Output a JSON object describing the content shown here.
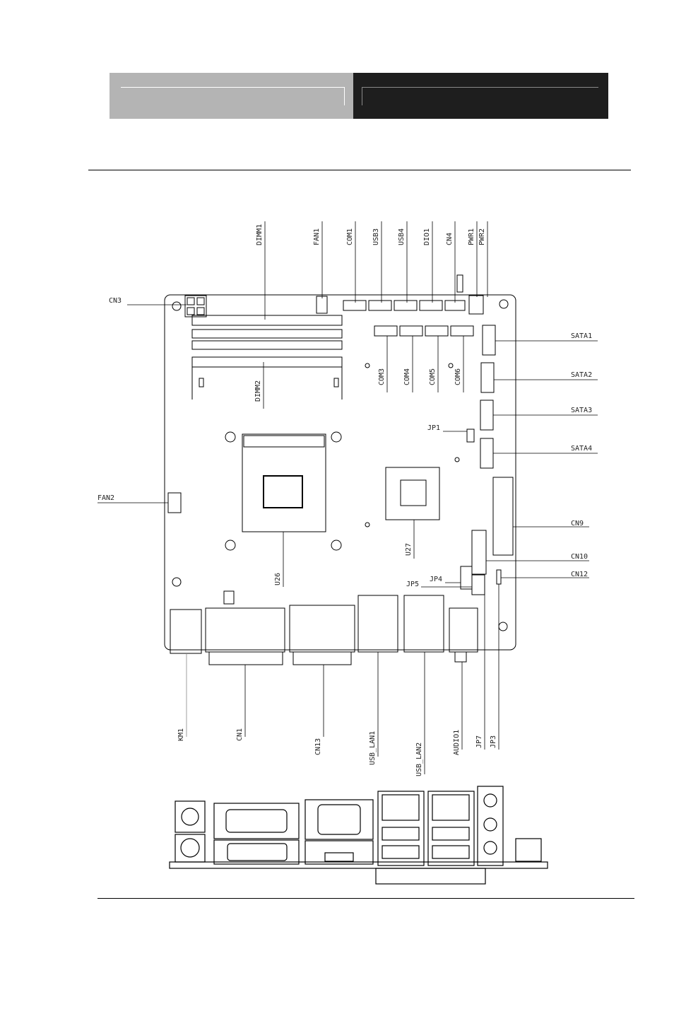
{
  "labels": {
    "top": [
      "DIMM1",
      "FAN1",
      "COM1",
      "USB3",
      "USB4",
      "DIO1",
      "CN4",
      "PWR1",
      "PWR2"
    ],
    "left": [
      "CN3",
      "FAN2"
    ],
    "right": [
      "SATA1",
      "SATA2",
      "SATA3",
      "SATA4",
      "CN9",
      "CN10",
      "CN12"
    ],
    "inner": [
      "JP1",
      "JP4",
      "JP5"
    ],
    "mid": [
      "COM3",
      "COM4",
      "COM5",
      "COM6",
      "DIMM2",
      "U26",
      "U27"
    ],
    "bottom": [
      "KM1",
      "CN1",
      "CN13",
      "USB_LAN1",
      "USB_LAN2",
      "AUDIO1",
      "JP7",
      "JP3"
    ]
  }
}
